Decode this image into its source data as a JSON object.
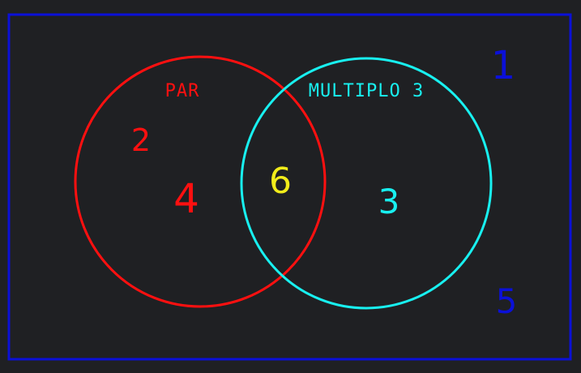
{
  "diagram": {
    "universe": {
      "color": "#0b10d8"
    },
    "set_par": {
      "label": "PAR",
      "color": "#ff1010"
    },
    "set_multiplo": {
      "label": "MULTIPLO 3",
      "color": "#18f0f0"
    },
    "elements": {
      "par_only": [
        "2",
        "4"
      ],
      "intersection": [
        "6"
      ],
      "multiplo_only": [
        "3"
      ],
      "outside": [
        "1",
        "5"
      ]
    },
    "colors": {
      "background": "#1f2023",
      "intersection_number": "#f2ec1a",
      "outside_number": "#0b10d8"
    }
  }
}
